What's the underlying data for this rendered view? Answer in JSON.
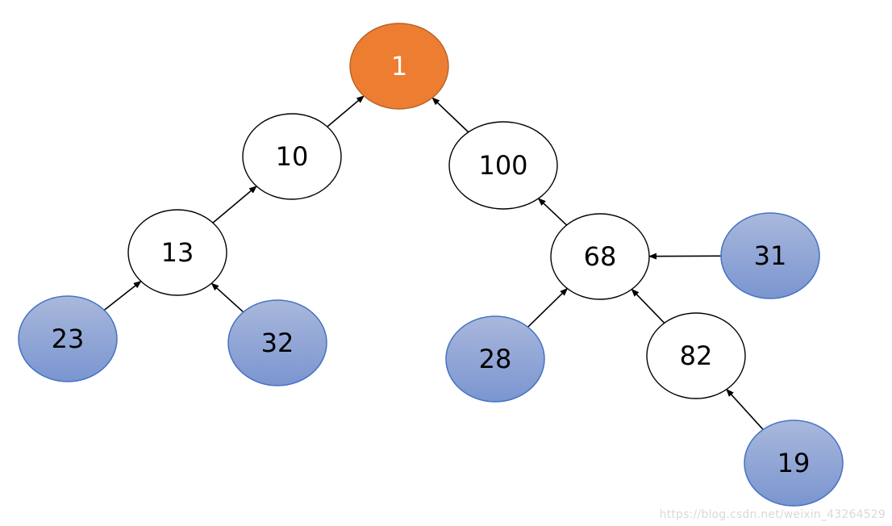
{
  "colors": {
    "root_fill": "#ED7D31",
    "root_stroke": "#B5622A",
    "white_fill": "#FFFFFF",
    "white_stroke": "#000000",
    "blue_fill_top": "#A9B8DC",
    "blue_fill_bottom": "#7A95D0",
    "blue_stroke": "#4472C4",
    "edge": "#000000",
    "root_text": "#FFFFFF",
    "text": "#000000"
  },
  "nodes": [
    {
      "id": "n1",
      "label": "1",
      "style": "root"
    },
    {
      "id": "n10",
      "label": "10",
      "style": "white"
    },
    {
      "id": "n100",
      "label": "100",
      "style": "white"
    },
    {
      "id": "n13",
      "label": "13",
      "style": "white"
    },
    {
      "id": "n68",
      "label": "68",
      "style": "white"
    },
    {
      "id": "n82",
      "label": "82",
      "style": "white"
    },
    {
      "id": "n23",
      "label": "23",
      "style": "blue"
    },
    {
      "id": "n32",
      "label": "32",
      "style": "blue"
    },
    {
      "id": "n28",
      "label": "28",
      "style": "blue"
    },
    {
      "id": "n31",
      "label": "31",
      "style": "blue"
    },
    {
      "id": "n19",
      "label": "19",
      "style": "blue"
    }
  ],
  "edges": [
    {
      "from": "n10",
      "to": "n1"
    },
    {
      "from": "n100",
      "to": "n1"
    },
    {
      "from": "n13",
      "to": "n10"
    },
    {
      "from": "n68",
      "to": "n100"
    },
    {
      "from": "n23",
      "to": "n13"
    },
    {
      "from": "n32",
      "to": "n13"
    },
    {
      "from": "n28",
      "to": "n68"
    },
    {
      "from": "n31",
      "to": "n68"
    },
    {
      "from": "n82",
      "to": "n68"
    },
    {
      "from": "n19",
      "to": "n82"
    }
  ],
  "watermark": "https://blog.csdn.net/weixin_43264529"
}
